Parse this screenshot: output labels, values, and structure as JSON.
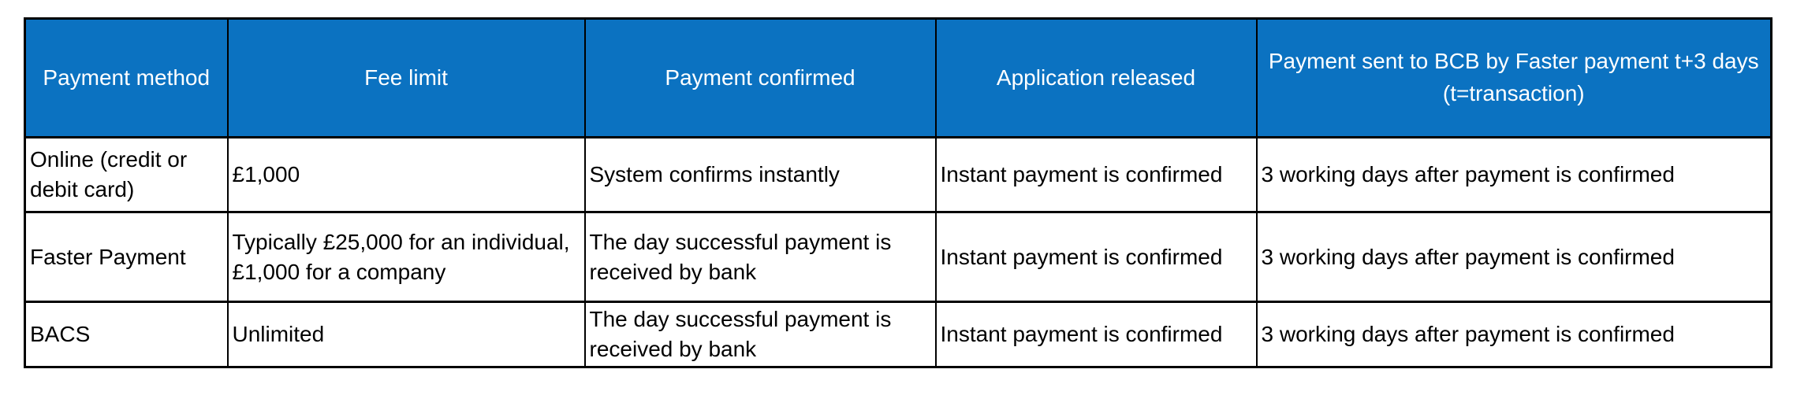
{
  "table": {
    "headers": [
      "Payment method",
      "Fee limit",
      "Payment confirmed",
      "Application released",
      "Payment sent to BCB by Faster payment t+3 days\n(t=transaction)"
    ],
    "rows": [
      [
        "Online (credit or\ndebit card)",
        "£1,000",
        "System confirms instantly",
        "Instant payment is confirmed",
        "3 working days after payment is confirmed"
      ],
      [
        "Faster Payment",
        "Typically £25,000 for an individual,\n£1,000 for a company",
        "The day successful payment is\nreceived by bank",
        "Instant payment is confirmed",
        "3 working days after payment is confirmed"
      ],
      [
        "BACS",
        "Unlimited",
        "The day successful payment is\nreceived by bank",
        "Instant payment is confirmed",
        "3 working days after payment is confirmed"
      ]
    ],
    "colors": {
      "header_bg": "#0b72c1",
      "header_text": "#ffffff",
      "body_text": "#000000",
      "border": "#000000"
    }
  }
}
